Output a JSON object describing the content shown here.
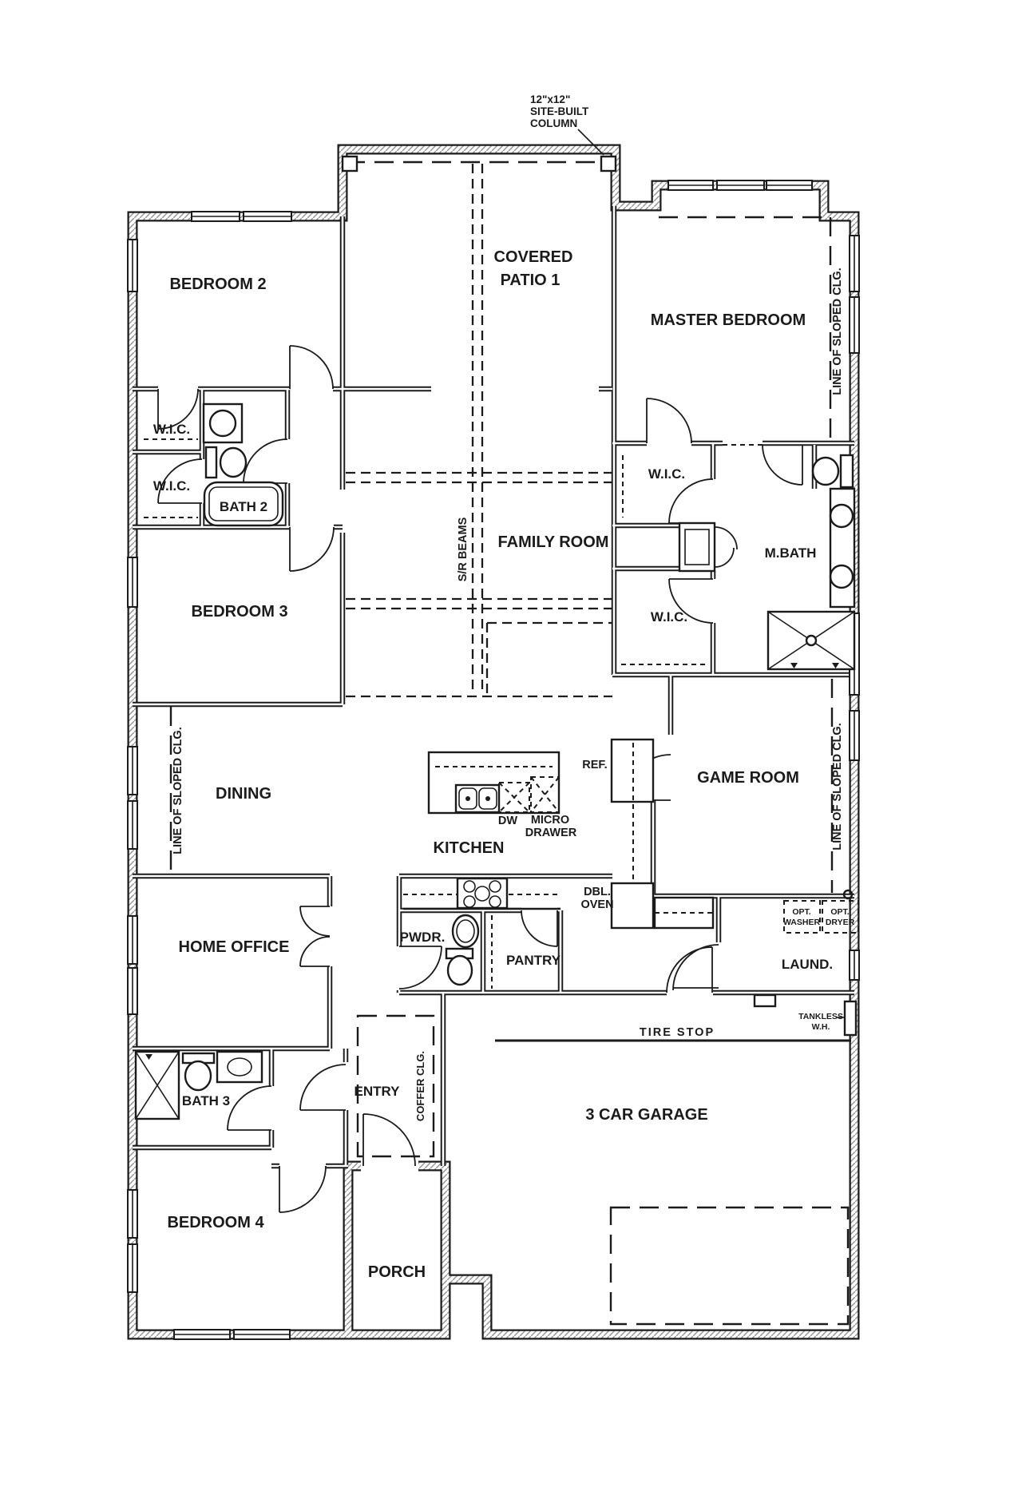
{
  "annotation": {
    "line1": "12\"x12\"",
    "line2": "SITE-BUILT",
    "line3": "COLUMN"
  },
  "rooms": {
    "bedroom2": "BEDROOM 2",
    "covered_patio_line1": "COVERED",
    "covered_patio_line2": "PATIO 1",
    "master_bedroom": "MASTER BEDROOM",
    "wic": "W.I.C.",
    "bath2": "BATH 2",
    "bedroom3": "BEDROOM 3",
    "family_room": "FAMILY ROOM",
    "mbath": "M.BATH",
    "dining": "DINING",
    "game_room": "GAME ROOM",
    "kitchen": "KITCHEN",
    "home_office": "HOME OFFICE",
    "pwdr": "PWDR.",
    "pantry": "PANTRY",
    "laundry": "LAUND.",
    "entry": "ENTRY",
    "bath3": "BATH 3",
    "bedroom4": "BEDROOM 4",
    "porch": "PORCH",
    "garage": "3 CAR GARAGE"
  },
  "callouts": {
    "sr_beams": "S/R BEAMS",
    "line_of_sloped_clg": "LINE OF SLOPED CLG.",
    "coffer_clg": "COFFER CLG.",
    "ref": "REF.",
    "dw": "DW",
    "micro_line1": "MICRO",
    "micro_line2": "DRAWER",
    "dbl_oven_line1": "DBL.",
    "dbl_oven_line2": "OVEN",
    "opt": "OPT.",
    "washer": "WASHER",
    "dryer": "DRYER",
    "tankless_line1": "TANKLESS",
    "tankless_line2": "W.H.",
    "tire_stop": "TIRE STOP"
  },
  "colors": {
    "ink": "#1b1b1b",
    "paper": "#ffffff",
    "hatch": "#969696"
  }
}
